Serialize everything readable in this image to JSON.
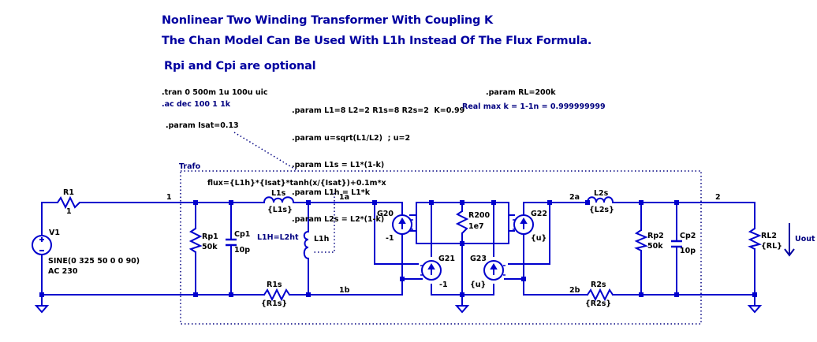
{
  "titles": {
    "line1": "Nonlinear Two Winding Transformer With Coupling K",
    "line2": "The Chan Model Can Be Used With L1h Instead Of The Flux Formula.",
    "line3": "Rpi and Cpi are optional"
  },
  "directives": {
    "tran": ".tran 0 500m 1u 100u uic",
    "ac": ".ac dec 100 1 1k",
    "isat": ".param Isat=0.13",
    "params": [
      ".param L1=8 L2=2 R1s=8 R2s=2  K=0.99",
      ".param u=sqrt(L1/L2)  ; u=2",
      ".param L1s = L1*(1-k)",
      ".param L1h = L1*k",
      ".param L2s = L2*(1-k)"
    ],
    "rl": ".param RL=200k",
    "maxk": "Real max k = 1-1n = 0.999999999"
  },
  "block": {
    "label": "Trafo",
    "flux": "flux={L1h}*{Isat}*tanh(x/{Isat})+0.1m*x",
    "l1h_note": "L1H=L2ht"
  },
  "nets": {
    "n1": "1",
    "n1a": "1a",
    "n1b": "1b",
    "n2a": "2a",
    "n2b": "2b",
    "n2": "2"
  },
  "components": {
    "R1": {
      "name": "R1",
      "value": "1"
    },
    "V1": {
      "name": "V1",
      "value": "SINE(0 325 50 0 0 90)",
      "ac": "AC 230"
    },
    "Rp1": {
      "name": "Rp1",
      "value": "50k"
    },
    "Cp1": {
      "name": "Cp1",
      "value": "10p"
    },
    "L1s": {
      "name": "L1s",
      "value": "{L1s}"
    },
    "L1h": {
      "name": "L1h"
    },
    "R1s": {
      "name": "R1s",
      "value": "{R1s}"
    },
    "G20": {
      "name": "G20",
      "value": "-1"
    },
    "G21": {
      "name": "G21",
      "value": "-1"
    },
    "G22": {
      "name": "G22",
      "value": "{u}"
    },
    "G23": {
      "name": "G23",
      "value": "{u}"
    },
    "R200": {
      "name": "R200",
      "value": "1e7"
    },
    "L2s": {
      "name": "L2s",
      "value": "{L2s}"
    },
    "R2s": {
      "name": "R2s",
      "value": "{R2s}"
    },
    "Rp2": {
      "name": "Rp2",
      "value": "50k"
    },
    "Cp2": {
      "name": "Cp2",
      "value": "10p"
    },
    "RL2": {
      "name": "RL2",
      "value": "{RL}"
    }
  },
  "probe": {
    "label": "Uout"
  },
  "colors": {
    "wire": "#0000cd",
    "text": "#000000",
    "comment": "#0000a0",
    "box": "#000080"
  }
}
